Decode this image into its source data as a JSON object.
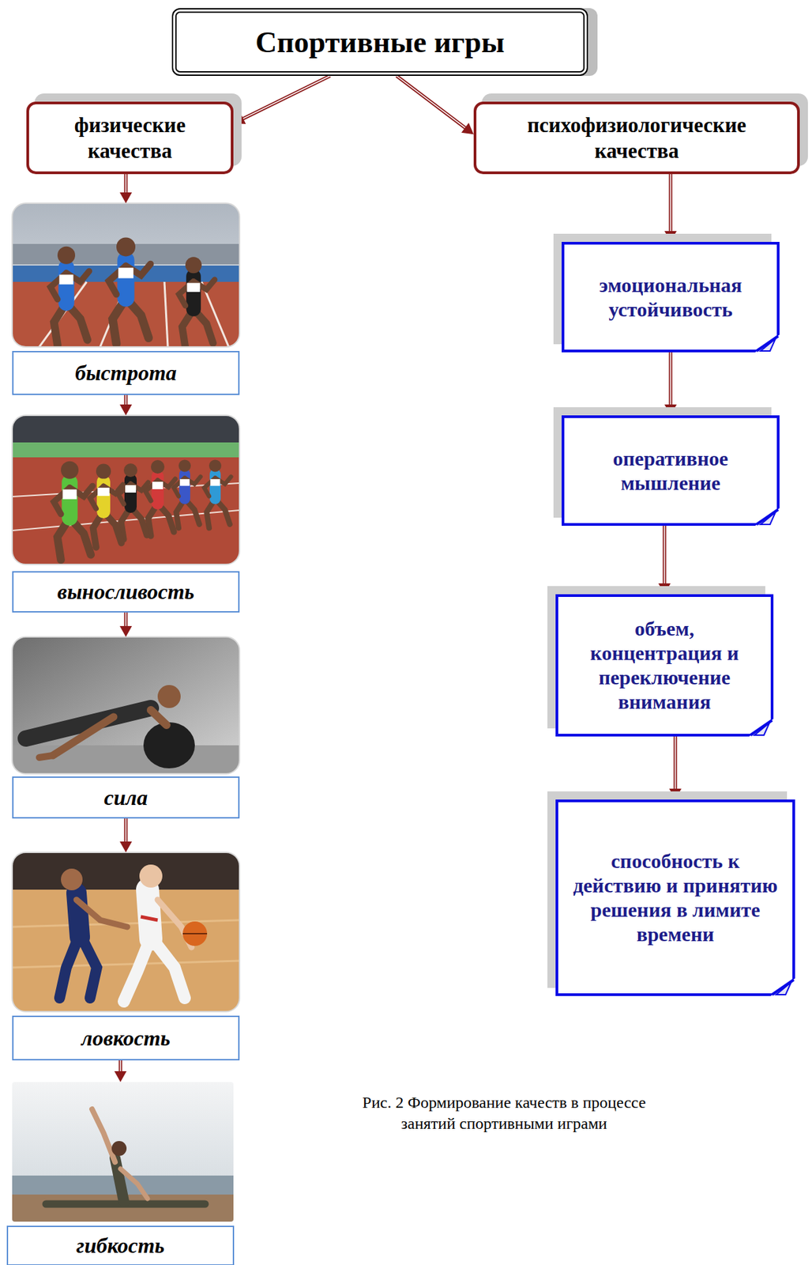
{
  "diagram": {
    "caption": "Рис. 2 Формирование качеств в процессе занятий спортивными играми",
    "nodes": [
      {
        "text": [
          "Спортивные игры"
        ]
      },
      {
        "text": [
          "физические качества"
        ]
      },
      {
        "text": [
          "психофизиологические качества"
        ]
      },
      {
        "text": [
          "быстрота"
        ]
      },
      {
        "text": [
          "выносливость"
        ]
      },
      {
        "text": [
          "сила"
        ]
      },
      {
        "text": [
          "ловкость"
        ]
      },
      {
        "text": [
          "гибкость"
        ]
      },
      {
        "text": [
          "эмоциональная устойчивость"
        ]
      },
      {
        "text": [
          "оперативное мышление"
        ]
      },
      {
        "text": [
          "объем, концентрация и переключение внимания"
        ]
      },
      {
        "text": [
          "способность к действию и принятию решения в лимите времени"
        ]
      }
    ],
    "edges": [
      {
        "from": 0,
        "to": 1,
        "arrow": "to"
      },
      {
        "from": 0,
        "to": 2,
        "arrow": "to"
      },
      {
        "from": 1,
        "to": 3,
        "arrow": "to"
      },
      {
        "from": 3,
        "to": 4,
        "arrow": "to"
      },
      {
        "from": 4,
        "to": 5,
        "arrow": "to"
      },
      {
        "from": 5,
        "to": 6,
        "arrow": "to"
      },
      {
        "from": 6,
        "to": 7,
        "arrow": "to"
      },
      {
        "from": 2,
        "to": 8,
        "arrow": "to"
      },
      {
        "from": 8,
        "to": 9,
        "arrow": "to"
      },
      {
        "from": 9,
        "to": 10,
        "arrow": "to"
      },
      {
        "from": 10,
        "to": 11,
        "arrow": "to"
      }
    ]
  }
}
